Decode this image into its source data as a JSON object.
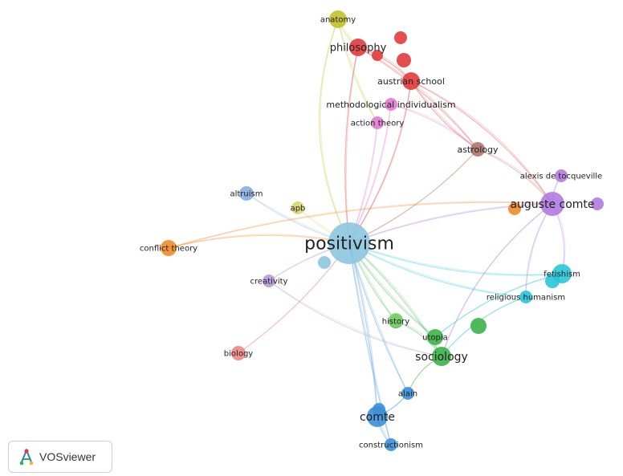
{
  "app": {
    "brand": "VOSviewer"
  },
  "colors": {
    "red": "#e23b3b",
    "olive": "#c2c12a",
    "pink": "#e07bd1",
    "brown": "#b0776a",
    "purple": "#b07be0",
    "orange": "#f08a2a",
    "teal": "#27c7d8",
    "green": "#3cb34a",
    "lightgreen": "#7ed46d",
    "blue": "#3b8fd6",
    "lightblue": "#8dc7e0",
    "steelblue": "#8aaee0",
    "khaki": "#d9d670",
    "salmon": "#ef8585",
    "lavender": "#b79ad6"
  },
  "nodes": [
    {
      "id": "positivism",
      "label": "positivism",
      "color": "lightblue"
    },
    {
      "id": "philosophy",
      "label": "philosophy",
      "color": "red"
    },
    {
      "id": "anatomy",
      "label": "anatomy",
      "color": "olive"
    },
    {
      "id": "austrian-school",
      "label": "austrian school",
      "color": "red"
    },
    {
      "id": "methodological-individualism",
      "label": "methodological individualism",
      "color": "pink"
    },
    {
      "id": "action-theory",
      "label": "action theory",
      "color": "pink"
    },
    {
      "id": "astrology",
      "label": "astrology",
      "color": "brown"
    },
    {
      "id": "alexis-de-tocqueville",
      "label": "alexis de tocqueville",
      "color": "purple"
    },
    {
      "id": "auguste-comte",
      "label": "auguste comte",
      "color": "purple"
    },
    {
      "id": "altruism",
      "label": "altruism",
      "color": "steelblue"
    },
    {
      "id": "apb",
      "label": "apb",
      "color": "khaki"
    },
    {
      "id": "conflict-theory",
      "label": "conflict theory",
      "color": "orange"
    },
    {
      "id": "creativity",
      "label": "creativity",
      "color": "lavender"
    },
    {
      "id": "fetishism",
      "label": "fetishism",
      "color": "teal"
    },
    {
      "id": "religious-humanism",
      "label": "religious humanism",
      "color": "teal"
    },
    {
      "id": "history",
      "label": "history",
      "color": "green"
    },
    {
      "id": "utopia",
      "label": "utopia",
      "color": "green"
    },
    {
      "id": "sociology",
      "label": "sociology",
      "color": "green"
    },
    {
      "id": "biology",
      "label": "biology",
      "color": "salmon"
    },
    {
      "id": "alain",
      "label": "alain",
      "color": "blue"
    },
    {
      "id": "comte",
      "label": "comte",
      "color": "blue"
    },
    {
      "id": "constructionism",
      "label": "constructionism",
      "color": "blue"
    },
    {
      "id": "unlabeled-red-1",
      "label": "",
      "color": "red"
    },
    {
      "id": "unlabeled-red-2",
      "label": "",
      "color": "red"
    },
    {
      "id": "unlabeled-red-3",
      "label": "",
      "color": "red"
    },
    {
      "id": "unlabeled-purple",
      "label": "",
      "color": "purple"
    },
    {
      "id": "unlabeled-orange",
      "label": "",
      "color": "orange"
    },
    {
      "id": "unlabeled-lightblue",
      "label": "",
      "color": "lightblue"
    },
    {
      "id": "unlabeled-lightgreen",
      "label": "",
      "color": "lightgreen"
    },
    {
      "id": "unlabeled-green",
      "label": "",
      "color": "green"
    },
    {
      "id": "unlabeled-teal",
      "label": "",
      "color": "teal"
    },
    {
      "id": "unlabeled-blue",
      "label": "",
      "color": "blue"
    }
  ]
}
